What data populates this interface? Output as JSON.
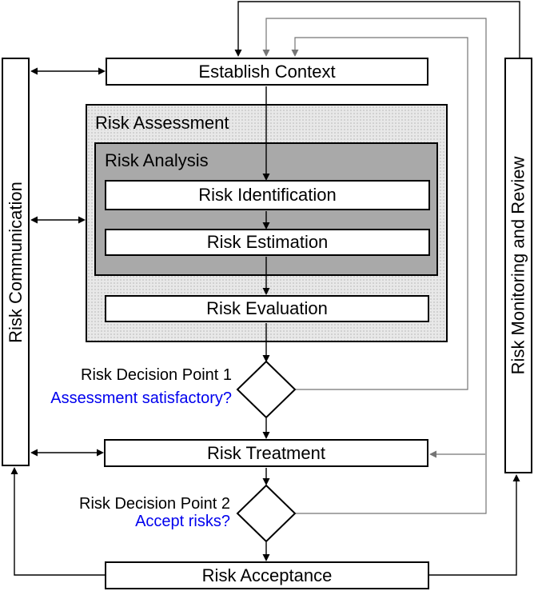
{
  "sidebars": {
    "left": {
      "label": "Risk Communication"
    },
    "right": {
      "label": "Risk Monitoring and Review"
    }
  },
  "process": {
    "establish_context": "Establish Context",
    "risk_assessment": "Risk Assessment",
    "risk_analysis": "Risk Analysis",
    "risk_identification": "Risk Identification",
    "risk_estimation": "Risk Estimation",
    "risk_evaluation": "Risk Evaluation",
    "risk_treatment": "Risk Treatment",
    "risk_acceptance": "Risk Acceptance"
  },
  "decision_points": {
    "point1": {
      "label": "Risk Decision Point 1",
      "question": "Assessment satisfactory?"
    },
    "point2": {
      "label": "Risk Decision Point 2",
      "question": "Accept risks?"
    }
  },
  "colors": {
    "question_text": "#0000ee",
    "assessment_fill": "#e8e8e8",
    "analysis_fill": "#a9a9a9",
    "flow_line": "#000000",
    "loop_line": "#757575"
  }
}
